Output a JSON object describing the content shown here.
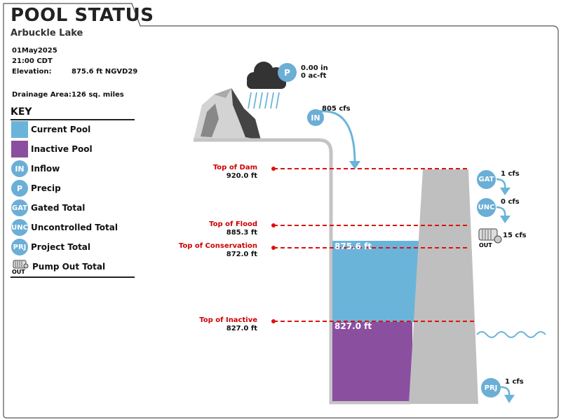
{
  "header": {
    "title": "POOL STATUS",
    "lake_name": "Arbuckle Lake"
  },
  "info": {
    "date": "01May2025",
    "time": "21:00 CDT",
    "elevation_label": "Elevation:",
    "elevation_value": "875.6 ft NGVD29",
    "drainage_label": "Drainage Area:",
    "drainage_value": "126 sq. miles"
  },
  "key": {
    "title": "KEY",
    "items": [
      {
        "label": "Current Pool",
        "kind": "swatch",
        "color": "#6ab4da"
      },
      {
        "label": "Inactive Pool",
        "kind": "swatch",
        "color": "#8b4fa0"
      },
      {
        "label": "Inflow",
        "kind": "badge",
        "badge": "IN"
      },
      {
        "label": "Precip",
        "kind": "badge",
        "badge": "P"
      },
      {
        "label": "Gated Total",
        "kind": "badge",
        "badge": "GAT"
      },
      {
        "label": "Uncontrolled Total",
        "kind": "badge",
        "badge": "UNC"
      },
      {
        "label": "Project Total",
        "kind": "badge",
        "badge": "PRJ"
      },
      {
        "label": "Pump Out Total",
        "kind": "icon",
        "icon": "pump-icon",
        "badge": "OUT"
      }
    ]
  },
  "levels": [
    {
      "label": "Top of Dam",
      "value": "920.0 ft"
    },
    {
      "label": "Top of Flood",
      "value": "885.3 ft"
    },
    {
      "label": "Top of Conservation",
      "value": "872.0 ft"
    },
    {
      "label": "Top of Inactive",
      "value": "827.0 ft"
    }
  ],
  "pool": {
    "current_label": "875.6 ft",
    "inactive_label": "827.0 ft"
  },
  "precip": {
    "badge": "P",
    "amount": "0.00 in",
    "volume": "0 ac-ft"
  },
  "inflow": {
    "badge": "IN",
    "value": "805 cfs"
  },
  "outflows": {
    "gated": {
      "badge": "GAT",
      "value": "1 cfs"
    },
    "uncontrolled": {
      "badge": "UNC",
      "value": "0 cfs"
    },
    "pump_out": {
      "badge": "OUT",
      "value": "15 cfs"
    },
    "project": {
      "badge": "PRJ",
      "value": "1 cfs"
    }
  },
  "colors": {
    "current_pool": "#6ab4da",
    "inactive_pool": "#8b4fa0",
    "level_line": "#dd1111",
    "badge": "#6baed6",
    "dam": "#bfbfbf"
  }
}
